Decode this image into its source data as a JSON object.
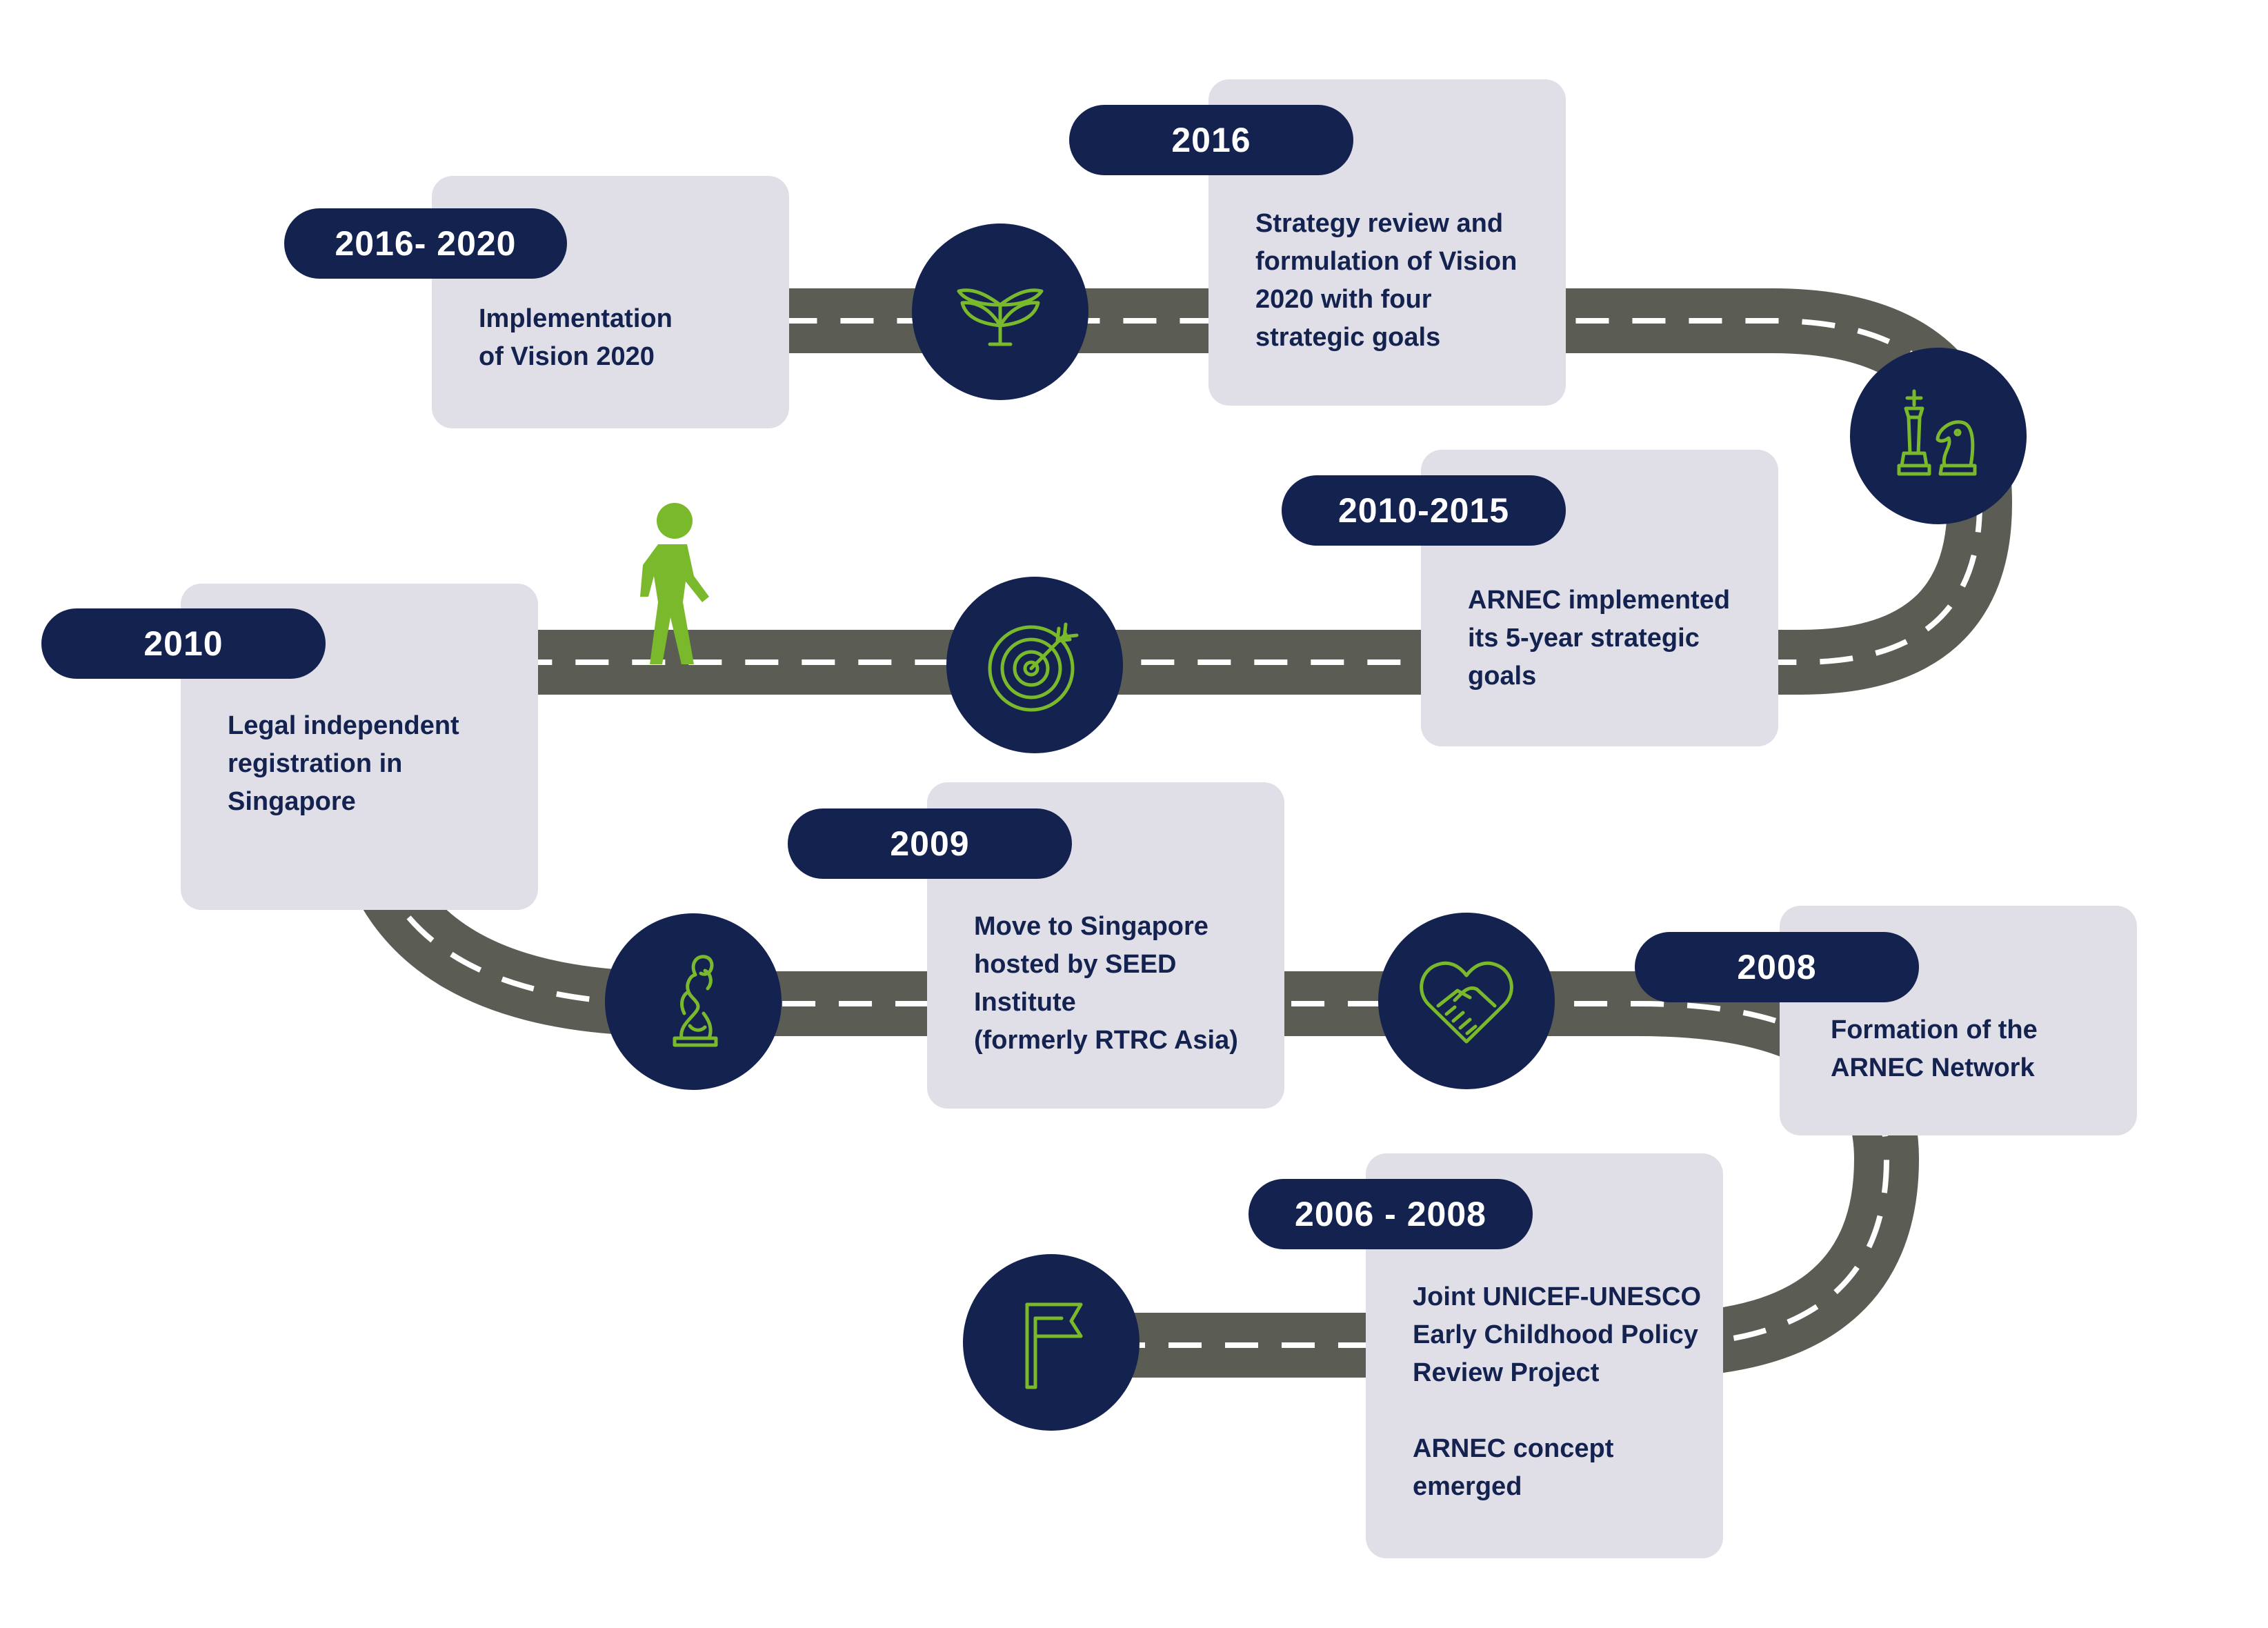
{
  "theme": {
    "navy": "#13224f",
    "card": "#e0dfe8",
    "road": "#5b5d55",
    "dash": "#ffffff",
    "green": "#7ab92b"
  },
  "milestones": [
    {
      "id": "m2006",
      "year": "2006 - 2008",
      "text": "Joint UNICEF-UNESCO\nEarly Childhood Policy\nReview Project\n\nARNEC concept\nemerged",
      "icon": "flag-icon"
    },
    {
      "id": "m2008",
      "year": "2008",
      "text": "Formation of the\nARNEC Network",
      "icon": "handshake-heart-icon"
    },
    {
      "id": "m2009",
      "year": "2009",
      "text": "Move to Singapore\nhosted by SEED\nInstitute\n(formerly RTRC Asia)",
      "icon": "merlion-icon"
    },
    {
      "id": "m2010",
      "year": "2010",
      "text": "Legal independent\nregistration in\nSingapore",
      "icon": "walking-person-icon"
    },
    {
      "id": "m2010_2015",
      "year": "2010-2015",
      "text": "ARNEC implemented\nits 5-year strategic\ngoals",
      "icon": "target-icon"
    },
    {
      "id": "m2016",
      "year": "2016",
      "text": "Strategy review and\nformulation of  Vision\n2020 with four\nstrategic goals",
      "icon": "chess-icon"
    },
    {
      "id": "m2016_2020",
      "year": "2016- 2020",
      "text": "Implementation\nof Vision 2020",
      "icon": "seedling-icon"
    }
  ]
}
